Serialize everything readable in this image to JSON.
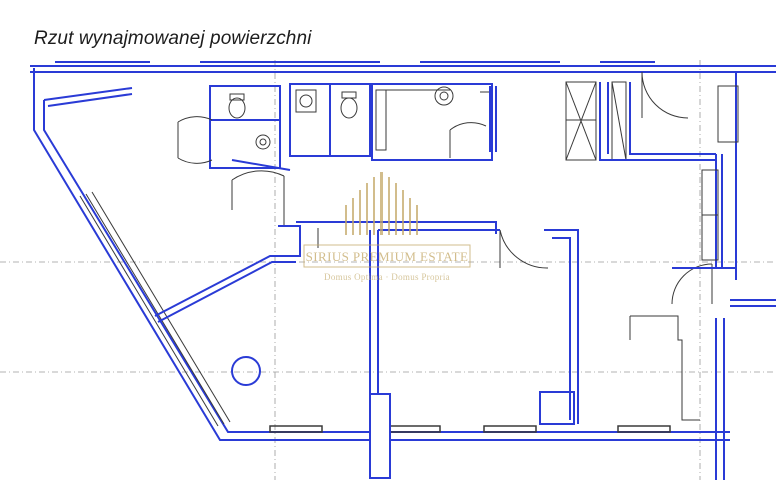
{
  "caption": "Rzut wynajmowanej powierzchni",
  "watermark": {
    "name": "SIRIUS PREMIUM ESTATE",
    "motto": "Domus Optima · Domus Propria"
  },
  "colors": {
    "wall": "#2a3bd6",
    "linework": "#3a3a3a",
    "gridline": "#9a9a9a",
    "watermark": "#c4a866",
    "background": "#ffffff"
  }
}
